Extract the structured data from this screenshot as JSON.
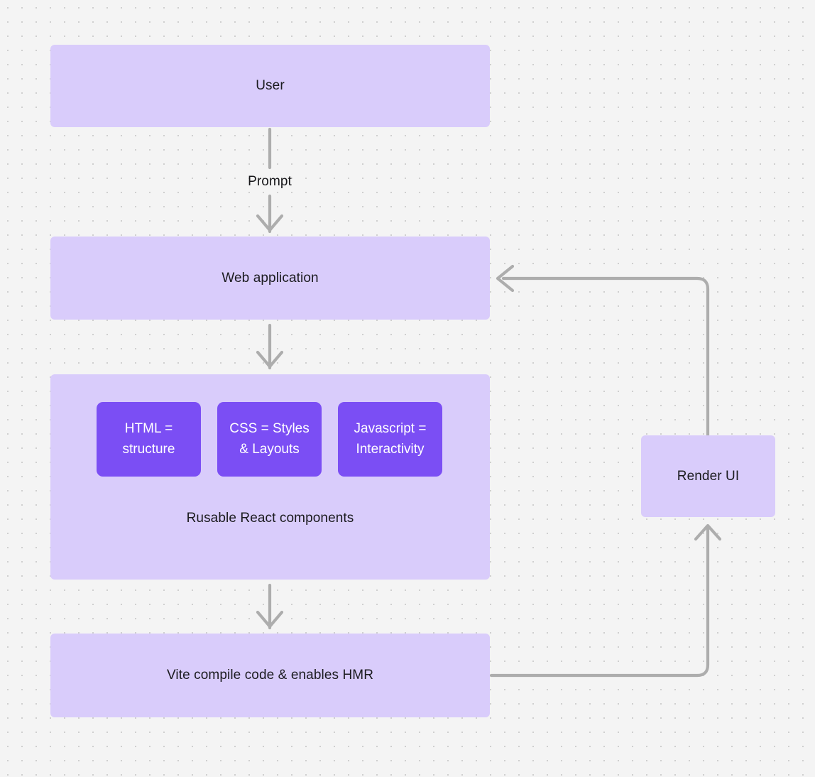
{
  "canvas": {
    "background_color": "#f4f4f4",
    "dot_color": "#cfcfcf",
    "node_fill": "#d9ccfb",
    "chip_fill": "#7b4ef4",
    "edge_color": "#adadad",
    "text_color": "#1b1b1f"
  },
  "nodes": {
    "user": {
      "label": "User"
    },
    "web_application": {
      "label": "Web application"
    },
    "components_group": {
      "caption": "Rusable React components",
      "chips": [
        {
          "label": "HTML =\nstructure",
          "line1": "HTML =",
          "line2": "structure"
        },
        {
          "label": "CSS = Styles\n& Layouts",
          "line1": "CSS = Styles",
          "line2": "& Layouts"
        },
        {
          "label": "Javascript =\nInteractivity",
          "line1": "Javascript =",
          "line2": "Interactivity"
        }
      ]
    },
    "vite": {
      "label": "Vite compile code & enables HMR"
    },
    "render_ui": {
      "label": "Render UI"
    }
  },
  "edges": [
    {
      "id": "user-to-web",
      "label": "Prompt",
      "from": "user",
      "to": "web_application"
    },
    {
      "id": "web-to-components",
      "label": "",
      "from": "web_application",
      "to": "components_group"
    },
    {
      "id": "components-to-vite",
      "label": "",
      "from": "components_group",
      "to": "vite"
    },
    {
      "id": "vite-to-render",
      "label": "",
      "from": "vite",
      "to": "render_ui"
    },
    {
      "id": "render-to-web",
      "label": "",
      "from": "render_ui",
      "to": "web_application"
    }
  ]
}
